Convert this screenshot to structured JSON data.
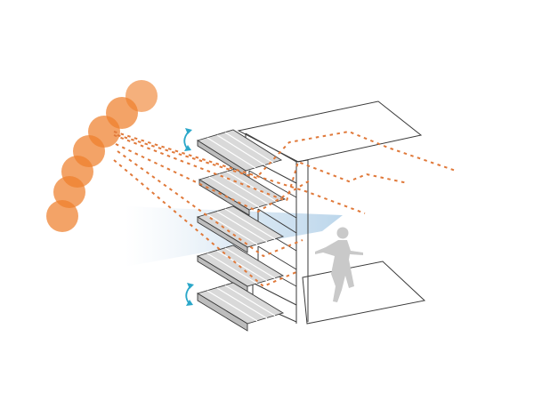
{
  "diagram": {
    "sun": {
      "positions": 7,
      "color": "#ef7f2c"
    },
    "light_path": {
      "style": "dashed",
      "color": "#e0793a",
      "ray_count": 6
    },
    "facade": {
      "louvers": 5,
      "louver_color": "#d9d9d9",
      "rotation_indicators": 2,
      "rotation_color": "#2aa7c9"
    },
    "interior": {
      "occupant": "standing-person",
      "view_cone_color": "#bcd8ec"
    }
  }
}
